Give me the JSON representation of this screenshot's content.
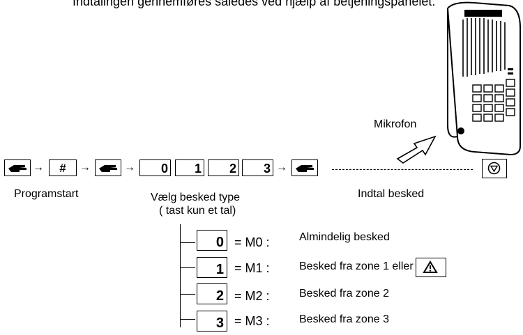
{
  "header": {
    "title": "Indtalingen gennemføres således ved hjælp af betjeningspanelet:"
  },
  "device": {
    "microphone_label": "Mikrofon"
  },
  "sequence": {
    "hash_key": "#",
    "digit_keys": [
      "0",
      "1",
      "2",
      "3"
    ],
    "labels": {
      "program_start": "Programstart",
      "choose_type_line1": "Vælg besked type",
      "choose_type_line2": "( tast kun et tal)",
      "record": "Indtal besked"
    }
  },
  "options": [
    {
      "key": "0",
      "code": "= M0 :",
      "description": "Almindelig besked"
    },
    {
      "key": "1",
      "code": "= M1 :",
      "description": "Besked fra zone 1 eller"
    },
    {
      "key": "2",
      "code": "= M2 :",
      "description": "Besked fra zone 2"
    },
    {
      "key": "3",
      "code": "= M3 :",
      "description": "Besked fra zone 3"
    }
  ]
}
